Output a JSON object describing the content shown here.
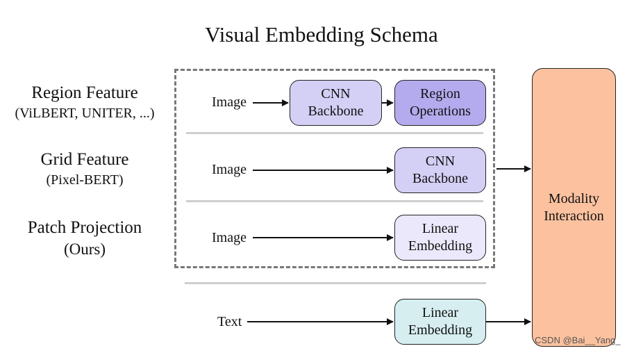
{
  "title": "Visual Embedding Schema",
  "rows": [
    {
      "name": "Region Feature",
      "sub": "(ViLBERT, UNITER, ...)",
      "source": "Image",
      "modules": [
        {
          "l1": "CNN",
          "l2": "Backbone"
        },
        {
          "l1": "Region",
          "l2": "Operations"
        }
      ]
    },
    {
      "name": "Grid Feature",
      "sub": "(Pixel-BERT)",
      "source": "Image",
      "modules": [
        {
          "l1": "CNN",
          "l2": "Backbone"
        }
      ]
    },
    {
      "name": "Patch Projection",
      "sub": "(Ours)",
      "source": "Image",
      "modules": [
        {
          "l1": "Linear",
          "l2": "Embedding"
        }
      ]
    }
  ],
  "text_row": {
    "source": "Text",
    "module": {
      "l1": "Linear",
      "l2": "Embedding"
    }
  },
  "interaction": {
    "l1": "Modality",
    "l2": "Interaction"
  },
  "watermark": "CSDN @Bai__Yang_",
  "colors": {
    "cnn": "#d4cff5",
    "region_ops": "#b3abee",
    "linear_visual": "#ebe8fb",
    "linear_text": "#d6eef0",
    "interaction": "#fcc29f",
    "divider": "#cfcfcf"
  }
}
